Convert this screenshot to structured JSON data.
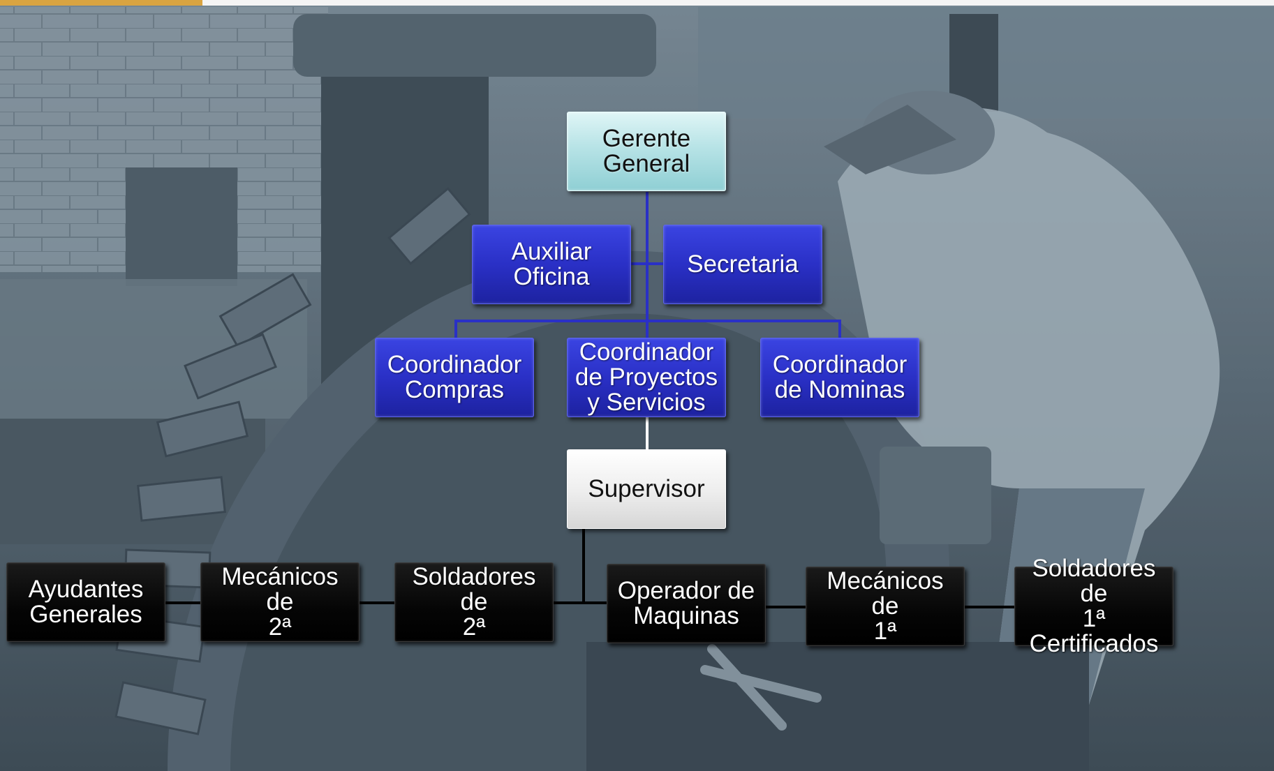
{
  "org_chart": {
    "gerente_general": "Gerente\nGeneral",
    "auxiliar_oficina": "Auxiliar\nOficina",
    "secretaria": "Secretaria",
    "coordinador_compras": "Coordinador\nCompras",
    "coordinador_proyectos": "Coordinador\nde Proyectos\ny Servicios",
    "coordinador_nominas": "Coordinador\nde Nominas",
    "supervisor": "Supervisor",
    "ayudantes_generales": "Ayudantes\nGenerales",
    "mecanicos_2": "Mecánicos de\n2ª",
    "soldadores_2": "Soldadores de\n2ª",
    "operador_maquinas": "Operador de\nMaquinas",
    "mecanicos_1": "Mecánicos de\n1ª",
    "soldadores_1": "Soldadores de\n1ª\nCertificados"
  },
  "colors": {
    "top_box": "#b7e3e6",
    "blue_box": "#2a30c6",
    "connector_blue": "#2a30c6",
    "supervisor_box": "#f2f2f2",
    "worker_box": "#050505"
  }
}
